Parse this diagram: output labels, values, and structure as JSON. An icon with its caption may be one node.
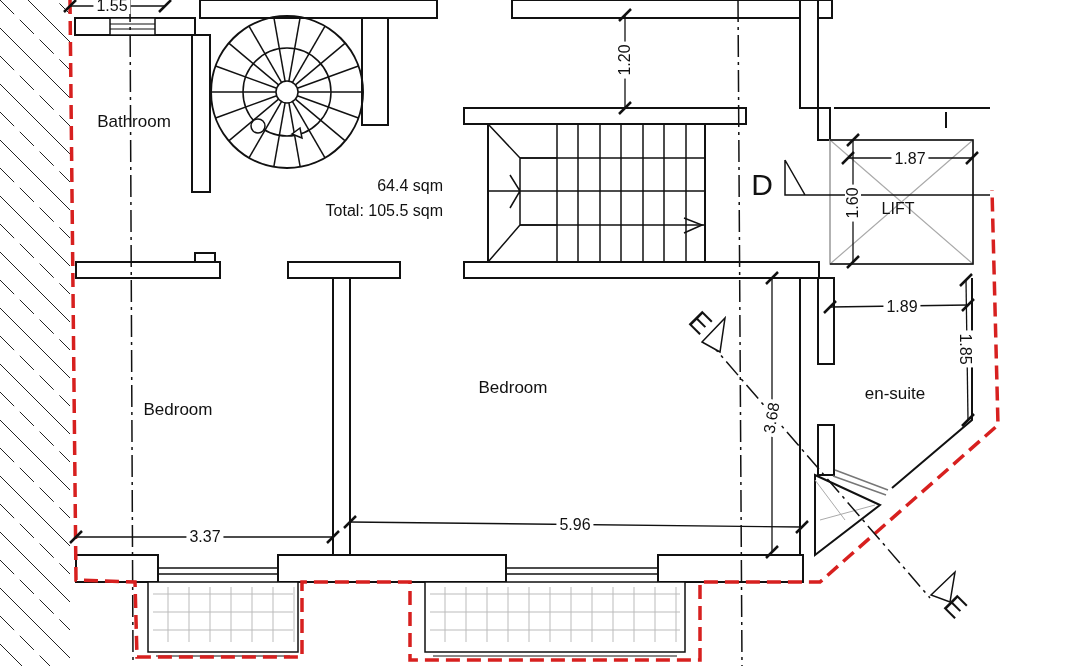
{
  "diagram": {
    "labels": [
      "1.55",
      "1.20",
      "Bathroom",
      "1.87",
      "64.4 sqm",
      "D",
      "1.60",
      "LIFT",
      "Total: 105.5 sqm",
      "1.89",
      "E",
      "1.85",
      "Bedroom",
      "en-suite",
      "Bedroom",
      "3.68",
      "5.96",
      "3.37",
      "E"
    ]
  }
}
